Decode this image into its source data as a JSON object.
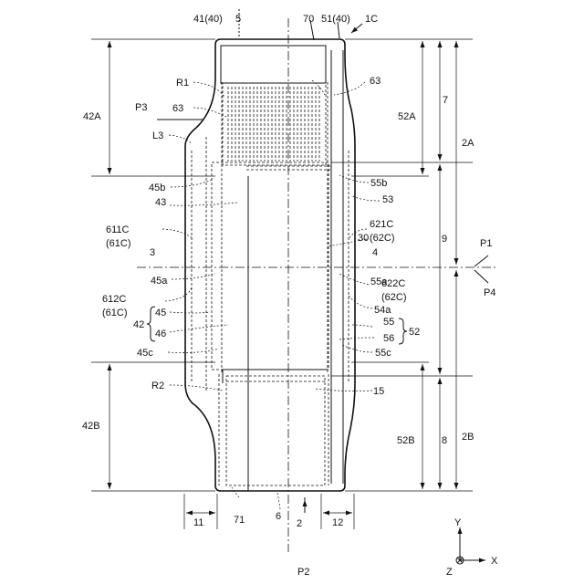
{
  "labels": {
    "l41_40": "41(40)",
    "l5": "5",
    "l70": "70",
    "l51_40": "51(40)",
    "l1C": "1C",
    "l42A": "42A",
    "lR1": "R1",
    "l63a": "63",
    "l63b": "63",
    "lP3": "P3",
    "l52A": "52A",
    "l7": "7",
    "l2A": "2A",
    "lL3": "L3",
    "l45b": "45b",
    "l55b": "55b",
    "l43": "43",
    "l53": "53",
    "l611C": "611C",
    "l61C_a": "(61C)",
    "l621C": "621C",
    "l62C_a": "(62C)",
    "l30": "30",
    "l9": "9",
    "lP1": "P1",
    "l3": "3",
    "l4": "4",
    "lP4": "P4",
    "l45a": "45a",
    "l55a": "55a",
    "l622C": "622C",
    "l62C_b": "(62C)",
    "l612C": "612C",
    "l61C_b": "(61C)",
    "l54a": "54a",
    "l42": "42",
    "l45": "45",
    "l46": "46",
    "l55": "55",
    "l56": "56",
    "l52": "52",
    "l45c": "45c",
    "l55c": "55c",
    "lR2": "R2",
    "l15": "15",
    "l42B": "42B",
    "l52B": "52B",
    "l8": "8",
    "l2B": "2B",
    "l11": "11",
    "l71": "71",
    "l6": "6",
    "l2": "2",
    "l12": "12",
    "lP2": "P2",
    "axY": "Y",
    "axX": "X",
    "axZ": "Z"
  }
}
